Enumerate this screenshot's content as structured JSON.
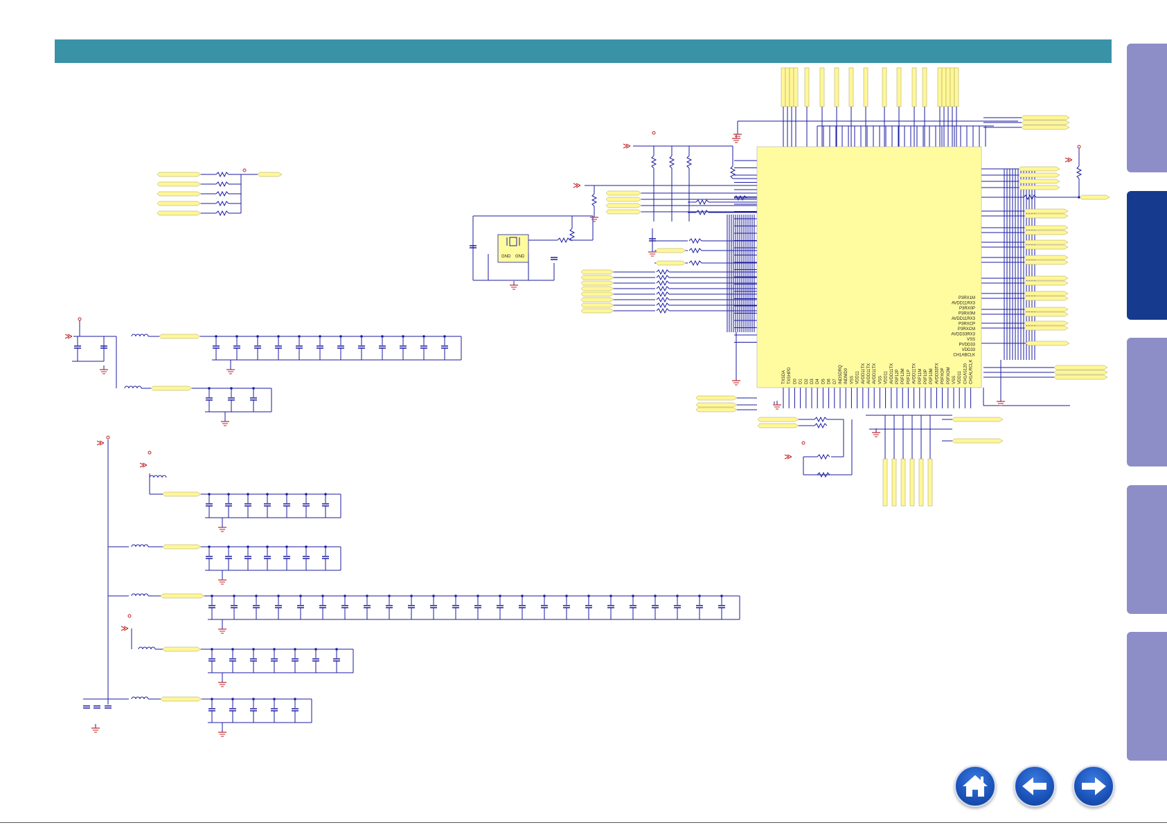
{
  "header": {
    "color": "#3a92a6"
  },
  "schematic": {
    "crystal": {
      "pin_labels": [
        "GND",
        "GND"
      ]
    },
    "chip": {
      "right_pins": [
        "P3RX1M",
        "AVDD11RX3",
        "P3RX0P",
        "P3RX0M",
        "AVDD11RX3",
        "P3RXCP",
        "P3RXCM",
        "AVDD33RX3",
        "VSS",
        "PVDD33",
        "VDD33",
        "CH1ABCLK"
      ],
      "bottom_pins": [
        "TXSDA",
        "TXSHPD",
        "D0",
        "D1",
        "D2",
        "D3",
        "D4",
        "D5",
        "D6",
        "D7",
        "INDSDRQ",
        "INDMD0",
        "VSS",
        "VDD11",
        "AVDD11TX",
        "AVDD11TX",
        "AVDD11TX",
        "VSS",
        "VDD11",
        "AVDD11TX",
        "P0F12P",
        "P0F12M",
        "P0F11P",
        "AVDD11TX",
        "P0F11M",
        "P0F10P",
        "P0F10M",
        "AVDD33TX",
        "P0FXOP",
        "P0FXOM",
        "VSS",
        "VDD11",
        "CH1AS120",
        "CH1ALRCLK"
      ]
    },
    "colors": {
      "wire": "#1a1aa0",
      "net_label": "#fff799",
      "chip_body": "#fffca0",
      "ground": "#c02020"
    }
  },
  "side_tabs": {
    "count": 5,
    "active_index": 1,
    "color": "#8d8dc8",
    "active_color": "#163a8e"
  },
  "nav": {
    "home_icon": "home-icon",
    "back_icon": "arrow-left-icon",
    "forward_icon": "arrow-right-icon"
  }
}
